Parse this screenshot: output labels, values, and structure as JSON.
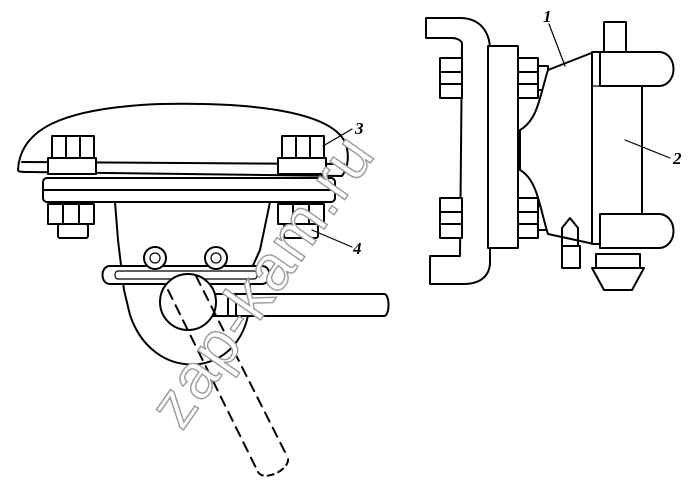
{
  "callouts": [
    {
      "id": "1",
      "label": "1"
    },
    {
      "id": "2",
      "label": "2"
    },
    {
      "id": "3",
      "label": "3"
    },
    {
      "id": "4",
      "label": "4"
    }
  ],
  "watermark": "zap-kam.ru"
}
